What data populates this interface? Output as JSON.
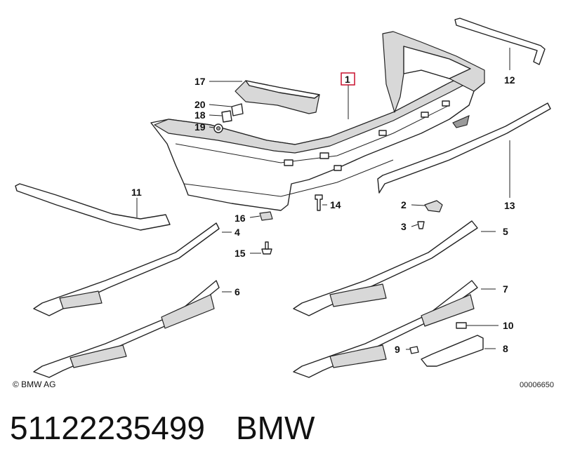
{
  "diagram": {
    "copyright": "© BMW AG",
    "diagram_number": "00006650",
    "highlighted_callout": "1",
    "callouts": [
      {
        "id": "c1",
        "label": "1",
        "highlighted": true
      },
      {
        "id": "c2",
        "label": "2"
      },
      {
        "id": "c3",
        "label": "3"
      },
      {
        "id": "c4",
        "label": "4"
      },
      {
        "id": "c5",
        "label": "5"
      },
      {
        "id": "c6",
        "label": "6"
      },
      {
        "id": "c7",
        "label": "7"
      },
      {
        "id": "c8",
        "label": "8"
      },
      {
        "id": "c9",
        "label": "9"
      },
      {
        "id": "c10",
        "label": "10"
      },
      {
        "id": "c11",
        "label": "11"
      },
      {
        "id": "c12",
        "label": "12"
      },
      {
        "id": "c13",
        "label": "13"
      },
      {
        "id": "c14",
        "label": "14"
      },
      {
        "id": "c15",
        "label": "15"
      },
      {
        "id": "c16",
        "label": "16"
      },
      {
        "id": "c17",
        "label": "17"
      },
      {
        "id": "c18",
        "label": "18"
      },
      {
        "id": "c19",
        "label": "19"
      },
      {
        "id": "c20",
        "label": "20"
      }
    ]
  },
  "footer": {
    "part_number": "51122235499",
    "brand": "BMW"
  }
}
